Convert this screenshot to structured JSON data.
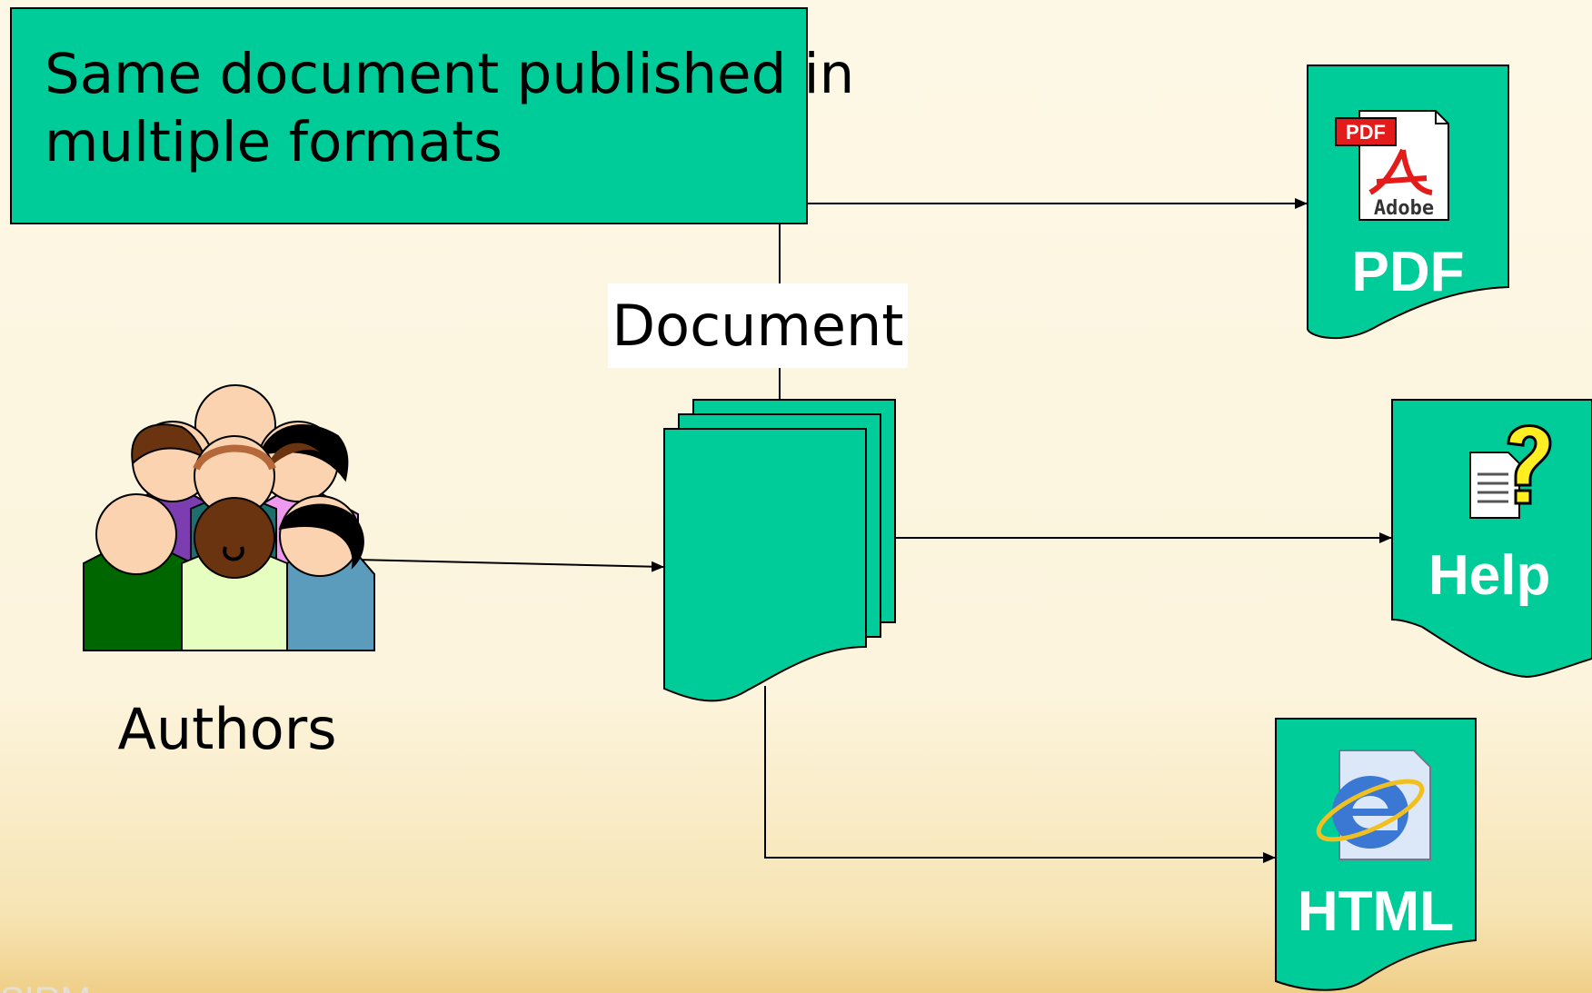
{
  "callout": {
    "text": "Same document published in multiple formats"
  },
  "document_label": "Document",
  "authors_label": "Authors",
  "outputs": [
    {
      "label": "PDF",
      "icon": "pdf-adobe-icon",
      "icon_text": "PDF",
      "icon_subtext": "Adobe"
    },
    {
      "label": "Help",
      "icon": "help-file-icon"
    },
    {
      "label": "HTML",
      "icon": "internet-explorer-icon"
    }
  ],
  "footer_logo": "SIRM",
  "colors": {
    "shape_fill": "#00cc99",
    "background": "#fdf8e6",
    "stroke": "#000000"
  }
}
